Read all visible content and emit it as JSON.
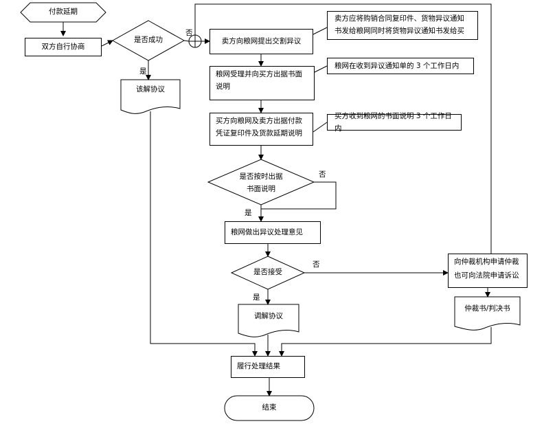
{
  "nodes": {
    "start": "付款延期",
    "negotiate": "双方自行协商",
    "success_q": "是否成功",
    "settle": "该解协议",
    "buyer_submit": "卖方向粮网提出交割异议",
    "buyer_submit_note": [
      "卖方应将购销合同复印件、货物异议通知",
      "书发给粮网同时将货物异议通知书发给买"
    ],
    "accept": [
      "粮网受理并向买方出据书面",
      "说明"
    ],
    "accept_note": "粮网在收到异议通知单的 3 个工作日内",
    "buyer_provide": [
      "买方向粮网及卖方出据付款",
      "凭证复印件及货款延期说明"
    ],
    "buyer_provide_note": "买方收到粮网的书面说明 3 个工作日内",
    "ontime_q": [
      "是否按时出据",
      "书面说明"
    ],
    "opinion": "粮网做出异议处理意见",
    "accept_q": "是否接受",
    "mediation": "调解协议",
    "arbitration": [
      "向仲裁机构申请仲裁",
      "也可向法院申请诉讼"
    ],
    "award": "仲裁书/判决书",
    "execute": "履行处理结果",
    "end": "结束"
  },
  "edge_labels": {
    "no_1": "否",
    "yes_1": "是",
    "no_2": "否",
    "yes_2": "是",
    "no_3": "否",
    "yes_3": "是"
  }
}
